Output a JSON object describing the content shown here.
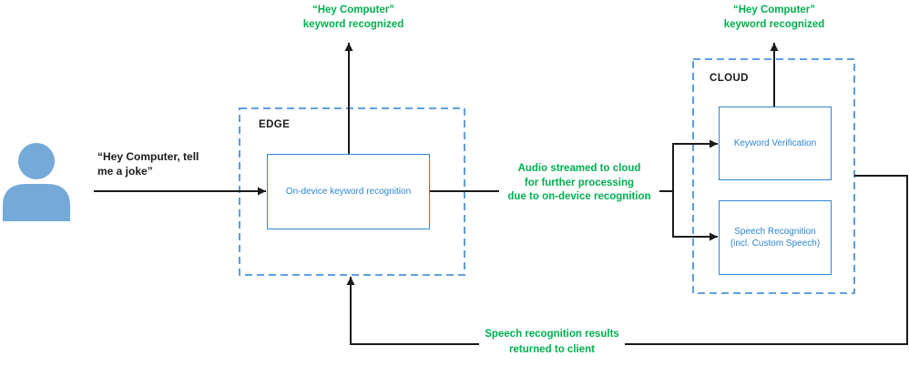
{
  "user": {
    "quote_line1": "“Hey Computer, tell",
    "quote_line2": "me a joke”"
  },
  "edge": {
    "label": "EDGE",
    "node": "On-device keyword recognition"
  },
  "cloud": {
    "label": "CLOUD",
    "keyword_verification": "Keyword Verification",
    "speech_recognition_line1": "Speech Recognition",
    "speech_recognition_line2": "(incl. Custom Speech)"
  },
  "annotations": {
    "keyword_recognized": {
      "line1": "“Hey Computer”",
      "line2": "keyword recognized"
    },
    "audio_streamed": {
      "line1": "Audio streamed to cloud",
      "line2": "for further processing",
      "line3": "due to on-device recognition"
    },
    "results_returned": {
      "line1": "Speech recognition results",
      "line2": "returned to client"
    }
  },
  "colors": {
    "annotation_green": "#00b050",
    "node_blue": "#2e86d1",
    "dashed_blue": "#4a94db",
    "person_blue": "#74a9d8",
    "line_black": "#1a1a1a"
  }
}
